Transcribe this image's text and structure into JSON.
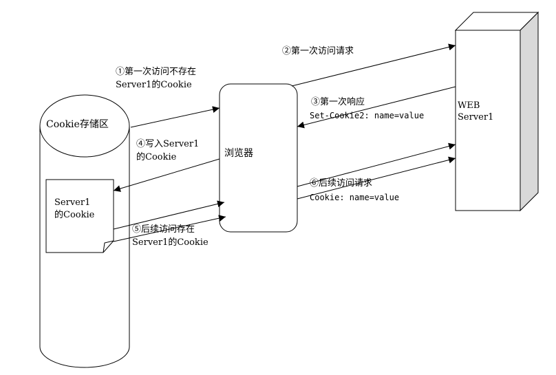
{
  "storage": {
    "title": "Cookie存储区",
    "doc_line1": "Server1",
    "doc_line2": "的Cookie"
  },
  "browser": {
    "label": "浏览器"
  },
  "server": {
    "line1": "WEB",
    "line2": "Server1"
  },
  "steps": {
    "s1_line1": "①第一次访问不存在",
    "s1_line2": "Server1的Cookie",
    "s2": "②第一次访问请求",
    "s3_line1": "③第一次响应",
    "s3_line2": "Set-Cookie2: name=value",
    "s4_line1": "④写入Server1",
    "s4_line2": "的Cookie",
    "s5_line1": "⑤后续访问存在",
    "s5_line2": "Server1的Cookie",
    "s6_line1": "⑥后续访问请求",
    "s6_line2": "Cookie: name=value"
  },
  "colors": {
    "stroke": "#000000",
    "server_side": "#d9d9d9",
    "background": "#ffffff"
  }
}
